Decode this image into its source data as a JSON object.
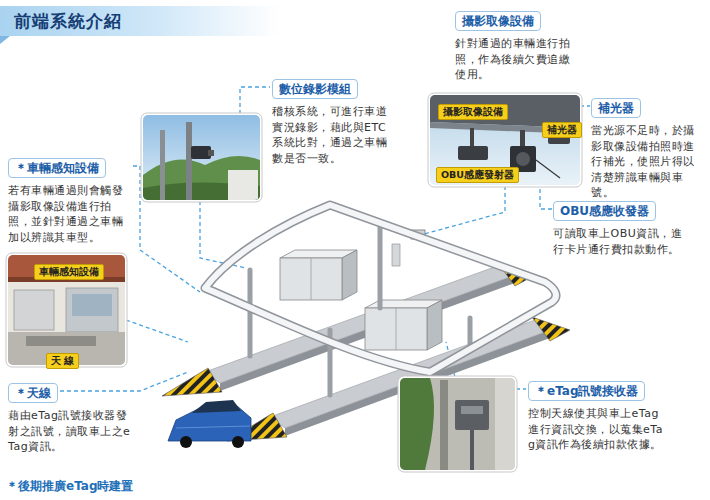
{
  "diagram": {
    "title": "前端系統介紹",
    "nodes": [
      {
        "text": [
          "攝影取像設備",
          "針對通過的車輛進行拍照，作為後續欠費追繳使用。"
        ]
      },
      {
        "text": [
          "數位錄影模組",
          "稽核系統，可進行車道實況錄影，藉此與ETC系統比對，通過之車輛數是否一致。"
        ]
      },
      {
        "text": [
          "攝影取像設備"
        ]
      },
      {
        "text": [
          "補光器",
          "當光源不足時，於攝影取像設備拍照時進行補光，使照片得以清楚辨識車輛與車號。"
        ]
      },
      {
        "text": [
          "補光器"
        ]
      },
      {
        "text": [
          "＊車輛感知設備",
          "若有車輛通過則會觸發攝影取像設備進行拍照，並針對通過之車輛加以辨識其車型。"
        ]
      },
      {
        "text": [
          "OBU感應發射器"
        ]
      },
      {
        "text": [
          "OBU感應收發器",
          "可讀取車上OBU資訊，進行卡片通行費扣款動作。"
        ]
      },
      {
        "text": [
          "車輛感知設備"
        ]
      },
      {
        "text": [
          "天 線"
        ]
      },
      {
        "text": [
          "＊天線",
          "藉由eTag訊號接收器發射之訊號，讀取車上之eTag資訊。"
        ]
      },
      {
        "text": [
          "＊eTag訊號接收器",
          "控制天線使其與車上eTag進行資訊交換，以蒐集eTag資訊作為後續扣款依據。"
        ]
      }
    ],
    "labels": [
      "＊後期推廣eTag時建置"
    ]
  }
}
